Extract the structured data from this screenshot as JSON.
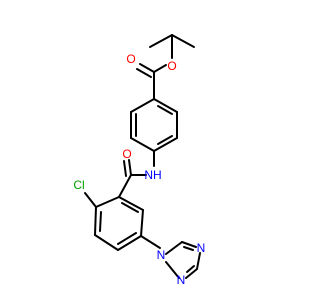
{
  "atom_labels": {
    "o_carbonyl": "O",
    "o_ester": "O",
    "n_amide": "NH",
    "o_amide": "O",
    "cl": "Cl",
    "n_triazole_1": "N",
    "n_triazole_2": "N",
    "n_triazole_3": "N"
  },
  "colors": {
    "oxygen": "#ff0000",
    "nitrogen": "#0000ff",
    "chlorine": "#00a000",
    "bond": "#000000",
    "background": "#ffffff"
  }
}
